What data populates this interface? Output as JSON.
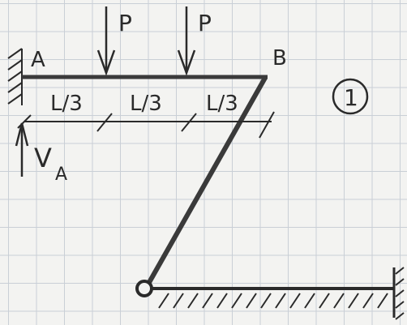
{
  "labels": {
    "support_a": "A",
    "joint_b": "B",
    "load_left": "P",
    "load_right": "P",
    "span_1": "L/3",
    "span_2": "L/3",
    "span_3": "L/3",
    "reaction_letter": "V",
    "reaction_subscript": "A",
    "figure_number": "1"
  },
  "colors": {
    "ink": "#2a2a2a",
    "member": "#3a3a3a",
    "grid": "#c9cfd6",
    "paper": "#f3f3f1"
  }
}
